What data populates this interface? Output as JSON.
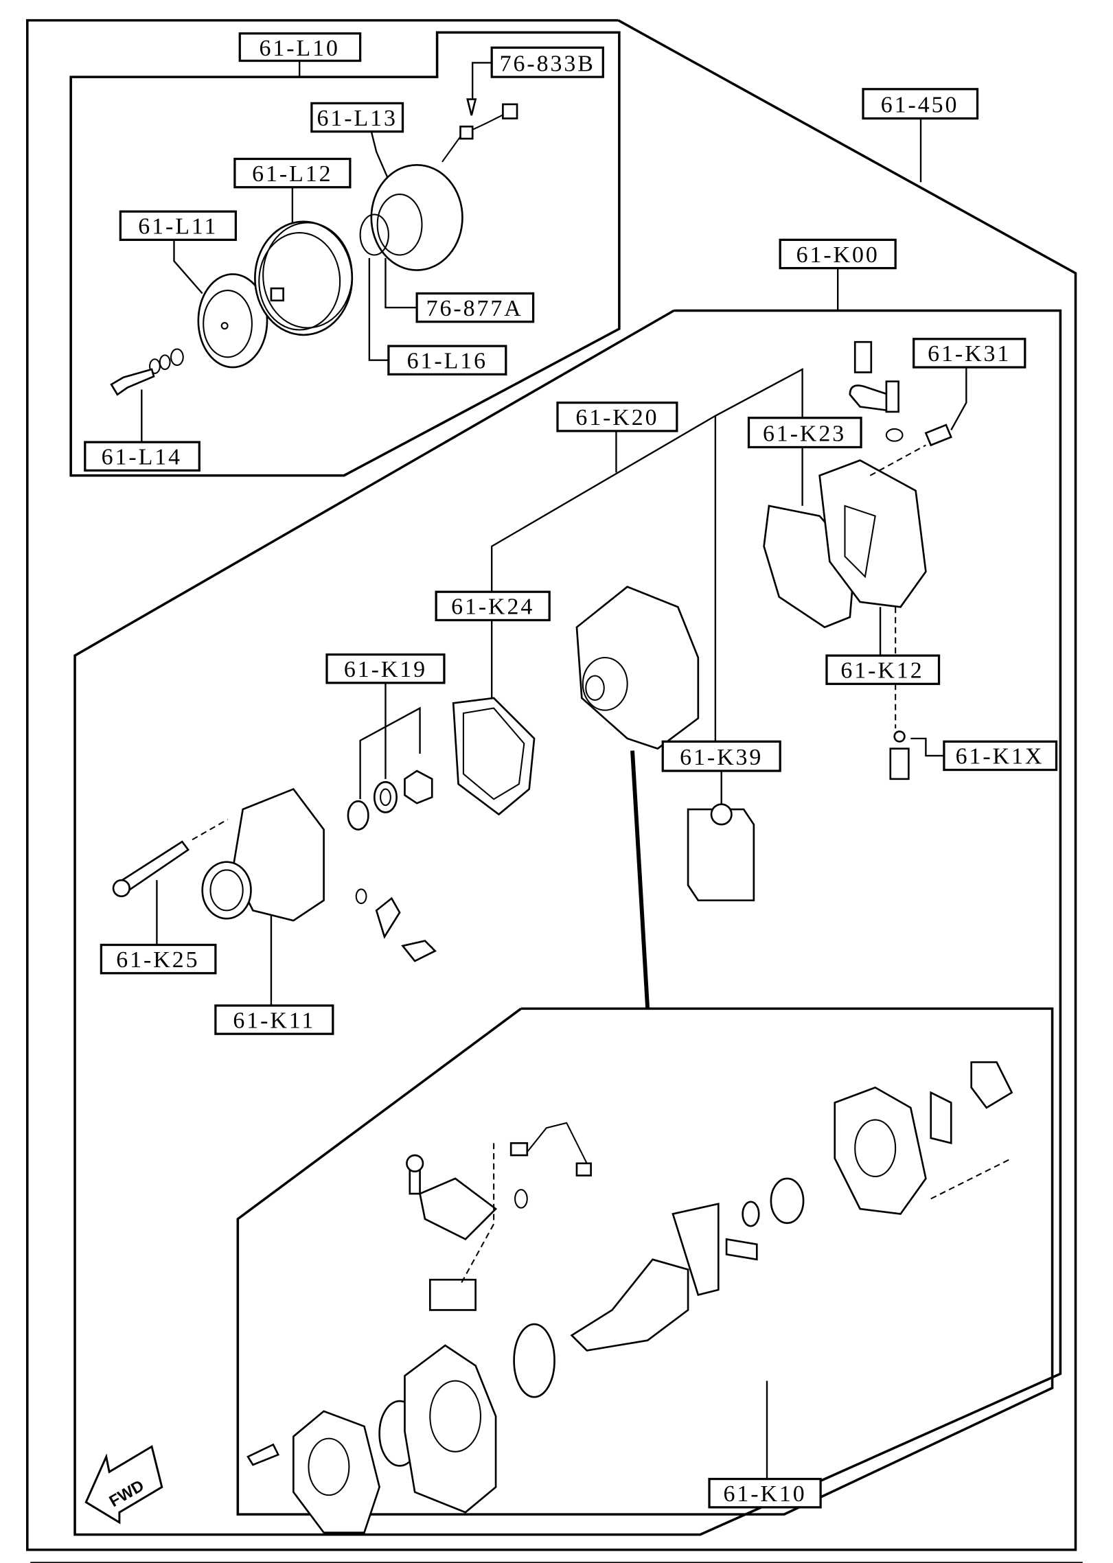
{
  "diagram": {
    "labels": {
      "l10": "61-L10",
      "b833": "76-833B",
      "p450": "61-450",
      "l13": "61-L13",
      "l12": "61-L12",
      "l11": "61-L11",
      "a877": "76-877A",
      "l16": "61-L16",
      "k00": "61-K00",
      "k31": "61-K31",
      "k20": "61-K20",
      "k23": "61-K23",
      "l14": "61-L14",
      "k24": "61-K24",
      "k19": "61-K19",
      "k12": "61-K12",
      "k39": "61-K39",
      "k1x": "61-K1X",
      "k25": "61-K25",
      "k11": "61-K11",
      "k10": "61-K10"
    },
    "direction_marker": "FWD"
  }
}
